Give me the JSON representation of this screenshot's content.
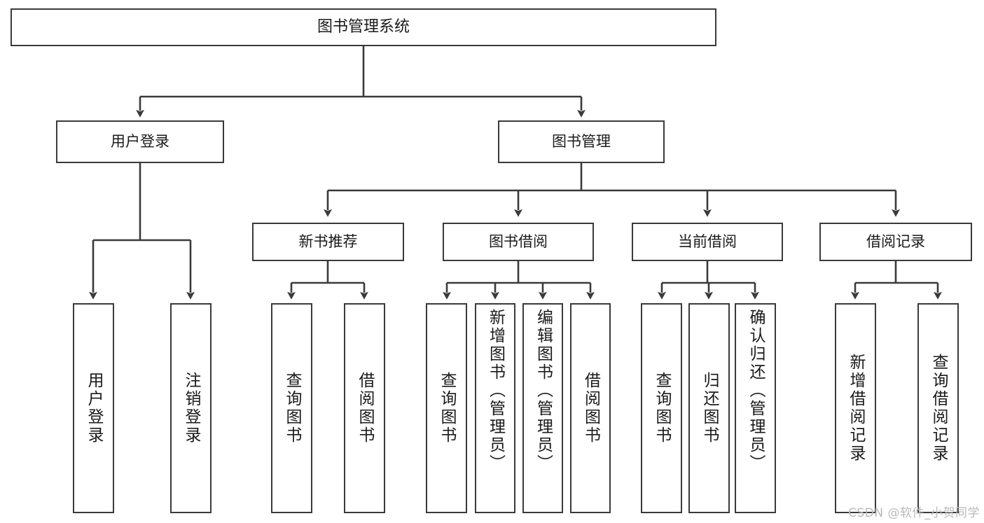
{
  "diagram": {
    "type": "hierarchy-tree",
    "title": "图书管理系统",
    "orientation": "top-down",
    "background": "#ffffff",
    "line_color": "#3a3a3a",
    "text_color": "#1a1a1a"
  },
  "root": {
    "label": "图书管理系统"
  },
  "level2": [
    {
      "label": "用户登录"
    },
    {
      "label": "图书管理"
    }
  ],
  "level3": [
    {
      "label": "新书推荐"
    },
    {
      "label": "图书借阅"
    },
    {
      "label": "当前借阅"
    },
    {
      "label": "借阅记录"
    }
  ],
  "leaves": {
    "user_login": [
      {
        "label": "用户登录"
      },
      {
        "label": "注销登录"
      }
    ],
    "new_book_recommend": [
      {
        "label": "查询图书"
      },
      {
        "label": "借阅图书"
      }
    ],
    "book_borrow": [
      {
        "label": "查询图书"
      },
      {
        "label": "新增图书（管理员）"
      },
      {
        "label": "编辑图书（管理员）"
      },
      {
        "label": "借阅图书"
      }
    ],
    "current_borrow": [
      {
        "label": "查询图书"
      },
      {
        "label": "归还图书"
      },
      {
        "label": "确认归还（管理员）"
      }
    ],
    "borrow_record": [
      {
        "label": "新增借阅记录"
      },
      {
        "label": "查询借阅记录"
      }
    ]
  },
  "watermark": {
    "text": "CSDN @软件_小贺同学"
  }
}
